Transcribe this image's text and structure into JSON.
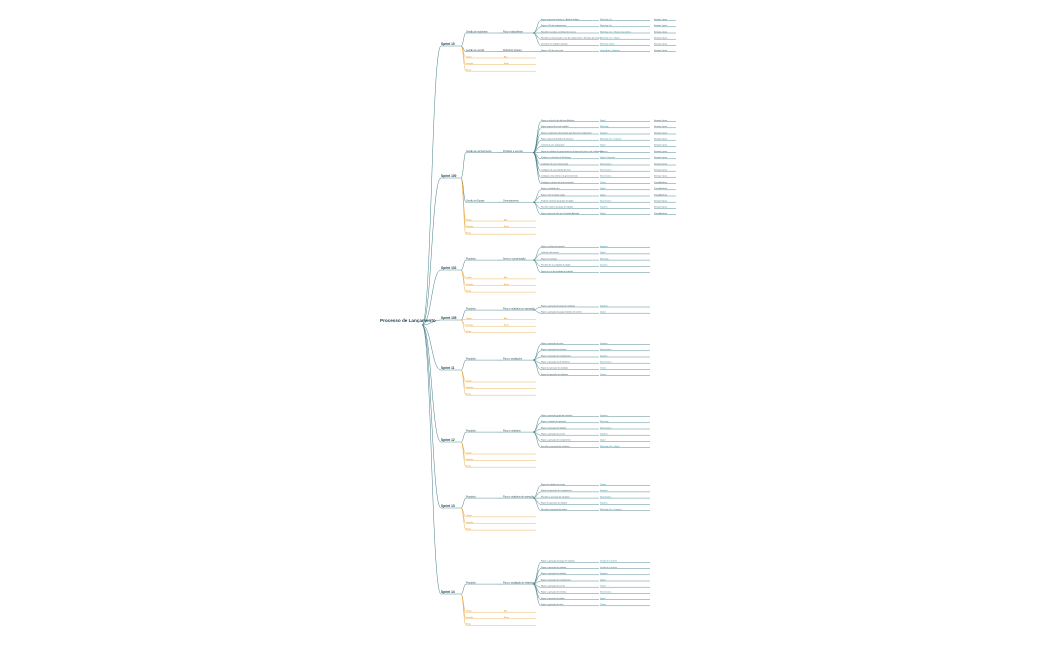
{
  "root": {
    "title": "Processo de Lançamento"
  },
  "colors": {
    "teal": "#2e6f7a",
    "orange": "#e9a43b",
    "tag": "#1a8fa8"
  },
  "sprints": [
    {
      "name": "Sprint 10",
      "groups": [
        {
          "label": "Gestão de incidentes",
          "sub": "Fluxo e alta afirmar",
          "leaves": [
            {
              "t": "Repor arquivo de relatórios > Análise do Ativo",
              "tag": "Workshop Ctv",
              "d": "Semana 1 pass"
            },
            {
              "t": "Repor a UX dos componentes",
              "tag": "Workshop Ctv",
              "d": "Semana 1 pass"
            },
            {
              "t": "Recolher e analisar o interface de serviço",
              "tag": "Workshop Ctv > Grupos ativos desta",
              "d": "Semana 2 pass"
            },
            {
              "t": "Recolher a Comunicação e sair de componentes > Interface de serviço",
              "tag": "Workshop Ctv > Digital",
              "d": "Semana 2 pass"
            },
            {
              "t": "Desenhar de unidades afinadas",
              "tag": "Workshop Digital",
              "d": "Semana 2 pass"
            }
          ]
        },
        {
          "label": "Gestão de versão",
          "sub": "Workshop Quarter",
          "leaves": [
            {
              "t": "Repor a UX dos com ação",
              "tag": "Grupo Actor > Suportes",
              "d": "Semana 3 pass"
            }
          ]
        }
      ],
      "meta": [
        "Tempo",
        "Duração",
        "Etapa"
      ],
      "meta_vals": [
        "Alta",
        "Baixa",
        ""
      ]
    },
    {
      "name": "Sprint 100",
      "groups": [
        {
          "label": "Gestão de conhecimento",
          "sub": "Produtos e eventos",
          "leaves": [
            {
              "t": "Repor a evolução dos da base Atlântica",
              "tag": "Digital",
              "d": "Semana 4 pass"
            },
            {
              "t": "Repor arquivo do e-mail trabalho",
              "tag": "Workshop",
              "d": "Semana 4 pass"
            },
            {
              "t": "Repor a temperatura de projetos para fluxo de componentes",
              "tag": "Suportes",
              "d": "Semana 5 pass"
            },
            {
              "t": "Repor arquivo do trabalho de interface",
              "tag": "Workshop Ctv > Suportes",
              "d": "Semana 5 pass"
            },
            {
              "t": "Comunicar para sub-grupos",
              "tag": "Digital",
              "d": "Semana 5 pass"
            },
            {
              "t": "Repor de relatório de gerenciamento da operação para os de colaboração",
              "tag": "Suportes",
              "d": "Semana 5 pass"
            },
            {
              "t": "Produzir os relatórios de Workshop",
              "tag": "Digital > Suportes",
              "d": "Semana 6 pass"
            },
            {
              "t": "Configurar da sua Comunicação",
              "tag": "Infraestrutura",
              "d": "Semana 6 pass"
            },
            {
              "t": "Configurar da sua trabalho do nível",
              "tag": "Infraestrutura",
              "d": "Semana 6 pass"
            },
            {
              "t": "Configurar uma interface de gerenciamento",
              "tag": "Infraestrutura",
              "d": "Semana 7 pass"
            },
            {
              "t": "Configurar interface de processamento",
              "tag": "Tickets",
              "d": "Prazo/Auditoria"
            }
          ]
        },
        {
          "label": "Gestão de Equipe",
          "sub": "Gerenciamento",
          "leaves": [
            {
              "t": "Repor a atividade dos",
              "tag": "Digital",
              "d": "Prazo/Auditoria"
            },
            {
              "t": "Repor a UX resultado amplo",
              "tag": "Digital",
              "d": "Prazo/Auditoria"
            },
            {
              "t": "Produzir relatórios da gestão de dados",
              "tag": "Infraestrutura",
              "d": "Semana 8 pass"
            },
            {
              "t": "Recolher valores do grupo de trabalho",
              "tag": "Suportes",
              "d": "Semana 8 pass"
            },
            {
              "t": "Repor arquivo de não que Unidades Aplicado",
              "tag": "Digital",
              "d": "Prazo/Auditoria"
            }
          ]
        }
      ],
      "meta": [
        "Tempo",
        "Duração",
        "Etapa"
      ],
      "meta_vals": [
        "Alta",
        "Baixa",
        ""
      ]
    },
    {
      "name": "Sprint 102",
      "groups": [
        {
          "label": "Propósito",
          "sub": "Anexo e comunicação",
          "leaves": [
            {
              "t": "Repor a análise documental",
              "tag": "Suportes",
              "d": ""
            },
            {
              "t": "Concluir a do acesso",
              "tag": "Digital",
              "d": ""
            },
            {
              "t": "Repor de atividade",
              "tag": "Workshop",
              "d": ""
            },
            {
              "t": "Recolher de sua trabalho de dados",
              "tag": "Suportes",
              "d": ""
            },
            {
              "t": "Repor de sua do atividade de trabalho",
              "tag": "",
              "d": ""
            }
          ]
        }
      ],
      "meta": [
        "Tempo",
        "Duração",
        "Etapa"
      ],
      "meta_vals": [
        "Alta",
        "Baixa",
        ""
      ]
    },
    {
      "name": "Sprint 105",
      "groups": [
        {
          "label": "Propósito",
          "sub": "Fluxo e relatórios em operação",
          "leaves": [
            {
              "t": "Repor a operação do grupo de relatórios",
              "tag": "Suportes",
              "d": ""
            },
            {
              "t": "Repor a operação do grupo relatórios em evento",
              "tag": "Digital",
              "d": ""
            }
          ]
        }
      ],
      "meta": [
        "Tempo",
        "Duração",
        "Etapa"
      ],
      "meta_vals": [
        "Alta",
        "Baixa",
        ""
      ]
    },
    {
      "name": "Sprint 11",
      "groups": [
        {
          "label": "Propósito",
          "sub": "Fluxo e avaliações",
          "leaves": [
            {
              "t": "Repor a operação do ativo",
              "tag": "Suportes",
              "d": ""
            },
            {
              "t": "Repor a operação do interface",
              "tag": "Infraestrutura",
              "d": ""
            },
            {
              "t": "Repor a operação de componentes",
              "tag": "Suportes",
              "d": ""
            },
            {
              "t": "Repor a operação do de relatórios",
              "tag": "Infraestrutura",
              "d": ""
            },
            {
              "t": "Repor da operação de atividade",
              "tag": "Tickets",
              "d": ""
            },
            {
              "t": "Repor de operação da relatórios",
              "tag": "Tickets",
              "d": ""
            }
          ]
        }
      ],
      "meta": [
        "Tempo",
        "Duração",
        "Etapa"
      ],
      "meta_vals": [
        "",
        "",
        ""
      ]
    },
    {
      "name": "Sprint 12",
      "groups": [
        {
          "label": "Propósito",
          "sub": "Fluxo e relatórios",
          "leaves": [
            {
              "t": "Repor a operação grupo de relatórios",
              "tag": "Suportes",
              "d": ""
            },
            {
              "t": "Repor a relatório da operação",
              "tag": "Workshop",
              "d": ""
            },
            {
              "t": "Repor a operação do trabalho",
              "tag": "Infraestrutura",
              "d": ""
            },
            {
              "t": "Repor a operação de evento",
              "tag": "Suportes",
              "d": ""
            },
            {
              "t": "Repor a operação de componentes",
              "tag": "Digital",
              "d": ""
            },
            {
              "t": "Recolher a operação da relatórios",
              "tag": "Workshop Ctv > Digital",
              "d": ""
            }
          ]
        }
      ],
      "meta": [
        "Tempo",
        "Duração",
        "Etapa"
      ],
      "meta_vals": [
        "",
        "",
        ""
      ]
    },
    {
      "name": "Sprint 13",
      "groups": [
        {
          "label": "Propósito",
          "sub": "Fluxo e relatórios de operação",
          "leaves": [
            {
              "t": "Repor do relatório de evento",
              "tag": "Tickets",
              "d": ""
            },
            {
              "t": "Repor de operação de componentes",
              "tag": "Suportes",
              "d": ""
            },
            {
              "t": "Recolher a operação de relatórios",
              "tag": "Infraestrutura",
              "d": ""
            },
            {
              "t": "Repor da operação do trabalho",
              "tag": "Suportes",
              "d": ""
            },
            {
              "t": "Recolher a operação de dados",
              "tag": "Workshop Ctv > Suportes",
              "d": ""
            }
          ]
        }
      ],
      "meta": [
        "Tempo",
        "Duração",
        "Etapa"
      ],
      "meta_vals": [
        "",
        "",
        ""
      ]
    },
    {
      "name": "Sprint 14",
      "groups": [
        {
          "label": "Propósito",
          "sub": "Fluxo e avaliação de relatórios",
          "leaves": [
            {
              "t": "Repor a operação de grupo de relatórios",
              "tag": "Gestão de Incidente",
              "d": ""
            },
            {
              "t": "Repor a operação de relatório",
              "tag": "Gestão de Incidente",
              "d": ""
            },
            {
              "t": "Repor a operação do trabalho",
              "tag": "Suportes",
              "d": ""
            },
            {
              "t": "Repor a operação de componentes",
              "tag": "Digital",
              "d": ""
            },
            {
              "t": "Repor a operação de evento",
              "tag": "Tickets",
              "d": ""
            },
            {
              "t": "Repor a operação de interface",
              "tag": "Infraestrutura",
              "d": ""
            },
            {
              "t": "Repor a operação de dados",
              "tag": "Digital",
              "d": ""
            },
            {
              "t": "Repor a operação da ativo",
              "tag": "Tickets",
              "d": ""
            }
          ]
        }
      ],
      "meta": [
        "Tempo",
        "Duração",
        "Etapa"
      ],
      "meta_vals": [
        "Alta",
        "Baixa",
        ""
      ]
    }
  ]
}
